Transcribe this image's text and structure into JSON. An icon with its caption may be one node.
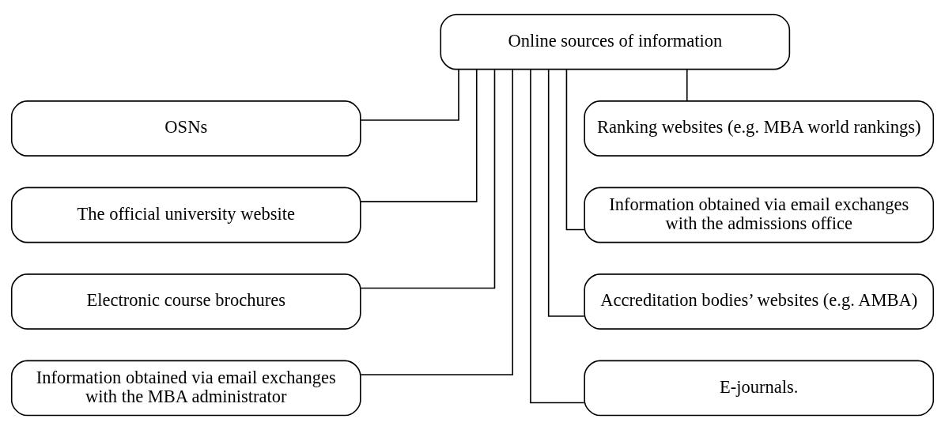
{
  "diagram": {
    "nodes": [
      {
        "text": [
          "Online sources of information"
        ]
      },
      {
        "text": [
          "OSNs"
        ]
      },
      {
        "text": [
          "Ranking websites (e.g. MBA world rankings)"
        ]
      },
      {
        "text": [
          "The official university website"
        ]
      },
      {
        "text": [
          "Information obtained via email exchanges with the admissions office"
        ]
      },
      {
        "text": [
          "Electronic course brochures"
        ]
      },
      {
        "text": [
          "Accreditation bodies’ websites (e.g. AMBA)"
        ]
      },
      {
        "text": [
          "Information obtained via email exchanges with the MBA administrator"
        ]
      },
      {
        "text": [
          "E-journals."
        ]
      }
    ],
    "edges": [
      {
        "from": 0,
        "to": 1,
        "arrow": "none"
      },
      {
        "from": 0,
        "to": 2,
        "arrow": "none"
      },
      {
        "from": 0,
        "to": 3,
        "arrow": "none"
      },
      {
        "from": 0,
        "to": 4,
        "arrow": "none"
      },
      {
        "from": 0,
        "to": 5,
        "arrow": "none"
      },
      {
        "from": 0,
        "to": 6,
        "arrow": "none"
      },
      {
        "from": 0,
        "to": 7,
        "arrow": "none"
      },
      {
        "from": 0,
        "to": 8,
        "arrow": "none"
      }
    ]
  }
}
